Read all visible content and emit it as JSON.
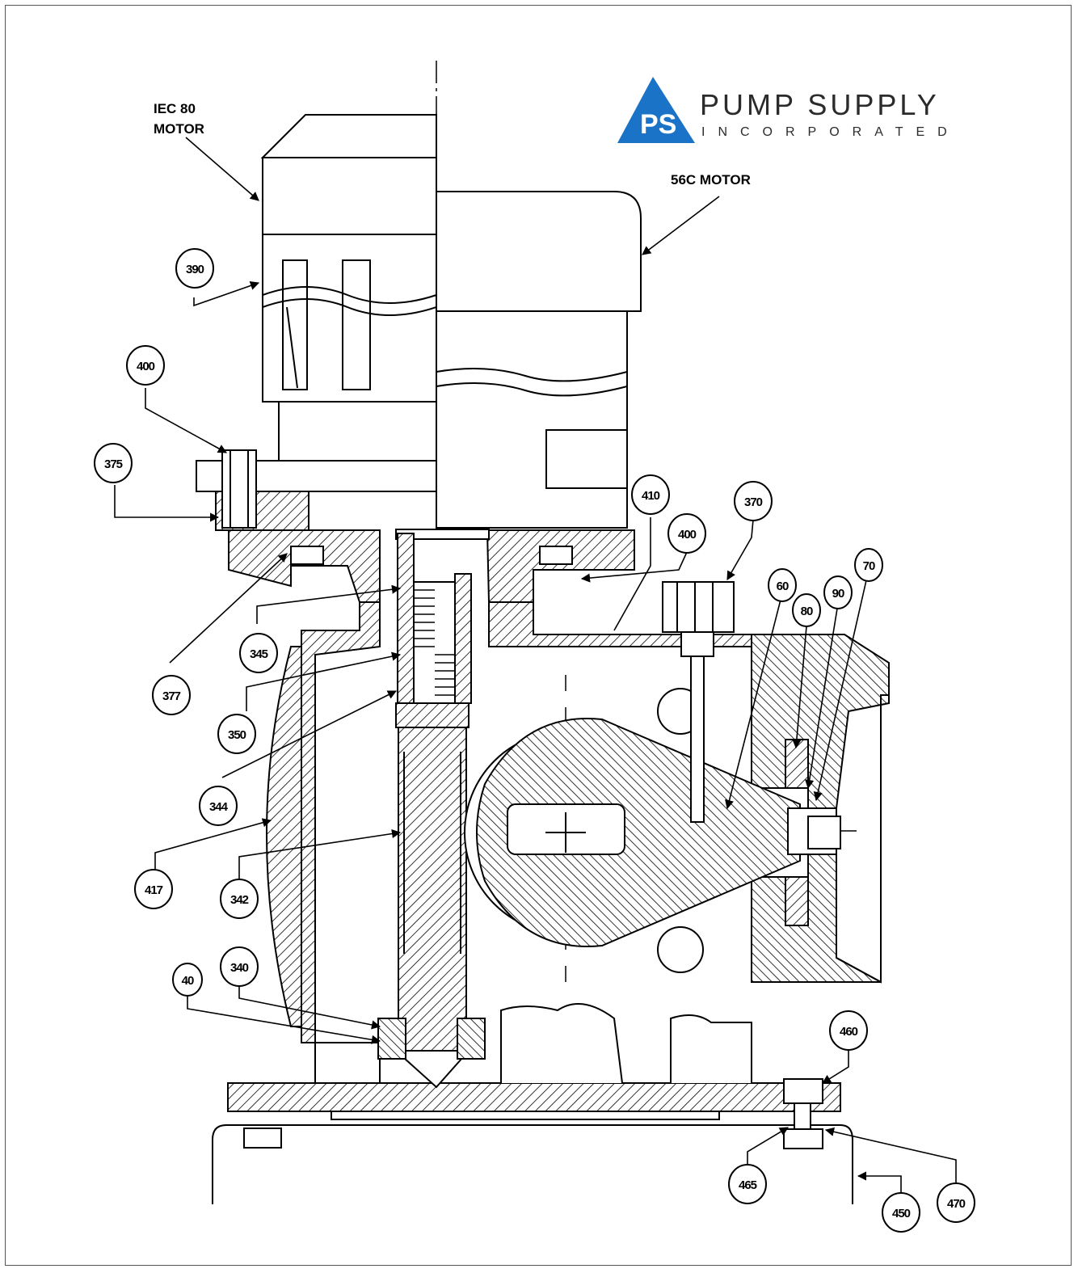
{
  "logo": {
    "brand_line1": "PUMP SUPPLY",
    "brand_line2": "INCORPORATED",
    "monogram": "PS",
    "color": "#1a73c7"
  },
  "labels": {
    "iec_motor_line1": "IEC 80",
    "iec_motor_line2": "MOTOR",
    "c56_motor": "56C MOTOR"
  },
  "callouts": [
    "390",
    "400",
    "375",
    "377",
    "345",
    "350",
    "344",
    "417",
    "342",
    "40",
    "340",
    "410",
    "400",
    "370",
    "60",
    "80",
    "90",
    "70",
    "460",
    "465",
    "450",
    "470"
  ]
}
